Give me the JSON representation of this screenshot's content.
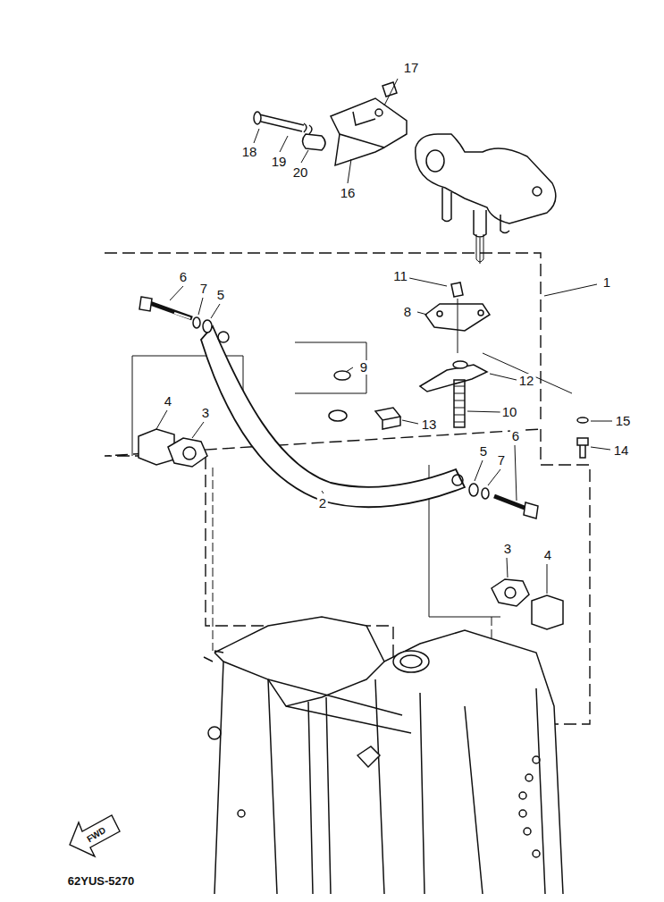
{
  "diagram": {
    "labels": [
      "17",
      "18",
      "19",
      "20",
      "16",
      "1",
      "11",
      "8",
      "6",
      "7",
      "5",
      "9",
      "12",
      "10",
      "13",
      "15",
      "14",
      "4",
      "3",
      "2",
      "5",
      "7",
      "6",
      "3",
      "4",
      "FWD",
      "62YUS-5270"
    ]
  }
}
